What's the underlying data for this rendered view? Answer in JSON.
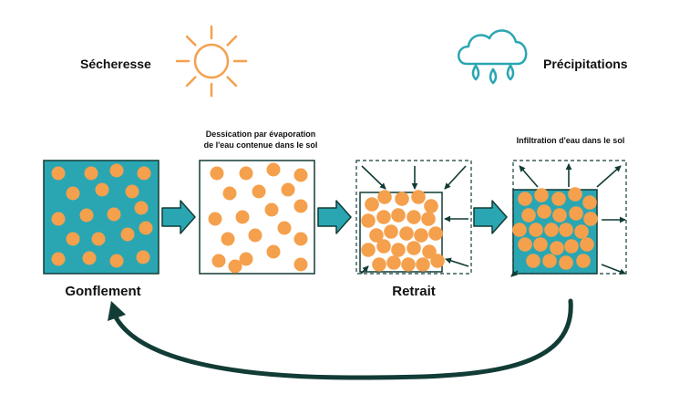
{
  "labels": {
    "drought": "Sécheresse",
    "precipitation": "Précipitations",
    "desiccation_line1": "Dessication par évaporation",
    "desiccation_line2": "de l'eau contenue dans le sol",
    "infiltration": "Infiltration d'eau dans le sol",
    "swelling": "Gonflement",
    "shrinkage": "Retrait"
  },
  "icons": {
    "weather_left": "sun-icon",
    "weather_right": "rain-cloud-icon"
  },
  "colors": {
    "water": "#2aa6b3",
    "particle": "#f5a04c",
    "sun": "#f5a04c",
    "cloud": "#2aa6b3",
    "dark": "#123c36",
    "flow_arrow": "#2aa6b3"
  }
}
